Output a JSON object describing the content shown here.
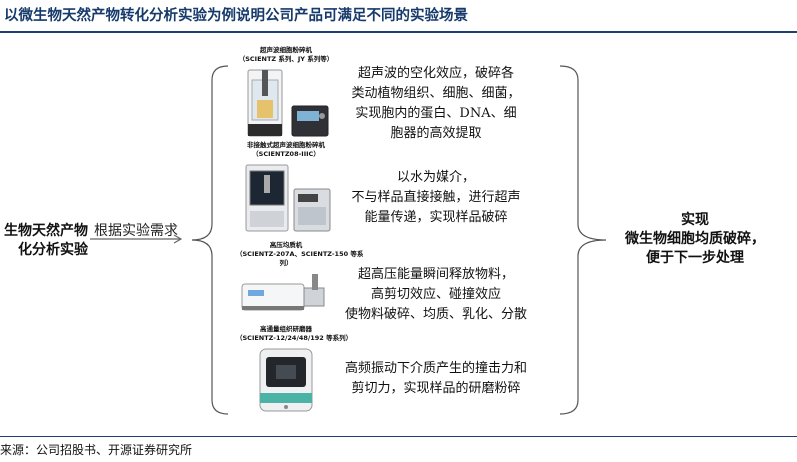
{
  "title": "以微生物天然产物转化分析实验为例说明公司产品可满足不同的实验场景",
  "source": "来源：公司招股书、开源证券研究所",
  "left_label": [
    "生物天然产物",
    "化分析实验"
  ],
  "mid_label": "根据实验需求",
  "products": [
    {
      "name": "超声波细胞粉碎机",
      "model": "（SCIENTZ 系列、JY 系列等）",
      "image": "ultrasonic-homogenizer-icon",
      "description": [
        "超声波的空化效应，破碎各",
        "类动植物组织、细胞、细菌，",
        "实现胞内的蛋白、DNA、细",
        "胞器的高效提取"
      ]
    },
    {
      "name": "非接触式超声波细胞粉碎机",
      "model": "（SCIENTZ08-IIIC）",
      "image": "noncontact-sonicator-icon",
      "description": [
        "以水为媒介，",
        "不与样品直接接触，进行超声",
        "能量传递，实现样品破碎"
      ]
    },
    {
      "name": "高压均质机",
      "model": "（SCIENTZ-207A、SCIENTZ-150 等系",
      "model2": "列）",
      "image": "high-pressure-homogenizer-icon",
      "description": [
        "超高压能量瞬间释放物料，",
        "高剪切效应、碰撞效应",
        "使物料破碎、均质、乳化、分散"
      ]
    },
    {
      "name": "高通量组织研磨器",
      "model": "（SCIENTZ-12/24/48/192 等系列）",
      "image": "tissue-grinder-icon",
      "description": [
        "高频振动下介质产生的撞击力和",
        "剪切力，实现样品的研磨粉碎"
      ]
    }
  ],
  "result": [
    "实现",
    "微生物细胞均质破碎，",
    "便于下一步处理"
  ]
}
